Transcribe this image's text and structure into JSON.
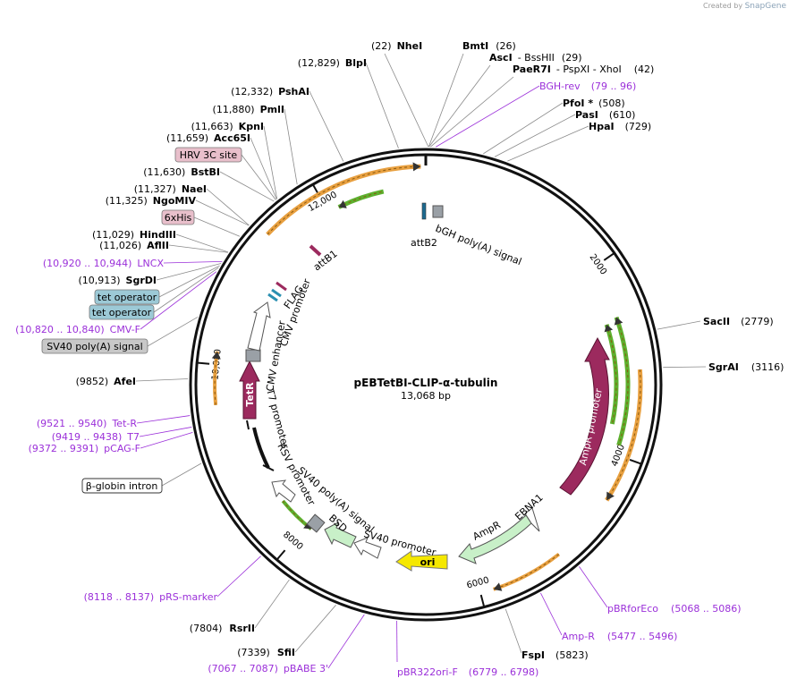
{
  "brand": {
    "created_by": "Created by",
    "name": "SnapGene"
  },
  "plasmid": {
    "name": "pEBTetBI-CLIP-α-tubulin",
    "length_label": "13,068 bp",
    "length": 13068
  },
  "ticks": [
    {
      "pos": 2000,
      "label": "2000"
    },
    {
      "pos": 4000,
      "label": "4000"
    },
    {
      "pos": 6000,
      "label": "6000"
    },
    {
      "pos": 8000,
      "label": "8000"
    },
    {
      "pos": 10000,
      "label": "10,000"
    },
    {
      "pos": 12000,
      "label": "12,000"
    }
  ],
  "sites_right": [
    {
      "pos": 22,
      "name": "NheI",
      "loc": "(22)",
      "name_first": false
    },
    {
      "pos": 26,
      "name": "BmtI",
      "loc": "(26)",
      "name_first": true
    },
    {
      "pos": 29,
      "name": "AscI",
      "extra": "- BssHII",
      "loc": "(29)",
      "name_first": true
    },
    {
      "pos": 42,
      "name": "PaeR7I",
      "extra": "- PspXI   - XhoI",
      "loc": "(42)",
      "name_first": true
    },
    {
      "pos": 508,
      "name": "PfoI *",
      "loc": "(508)",
      "name_first": true
    },
    {
      "pos": 610,
      "name": "PasI",
      "loc": "(610)",
      "name_first": true
    },
    {
      "pos": 729,
      "name": "HpaI",
      "loc": "(729)",
      "name_first": true
    },
    {
      "pos": 2779,
      "name": "SacII",
      "loc": "(2779)",
      "name_first": true
    },
    {
      "pos": 3116,
      "name": "SgrAI",
      "loc": "(3116)",
      "name_first": true
    },
    {
      "pos": 5823,
      "name": "FspI",
      "loc": "(5823)",
      "name_first": true
    }
  ],
  "sites_left": [
    {
      "pos": 12829,
      "name": "BlpI",
      "loc": "(12,829)"
    },
    {
      "pos": 12332,
      "name": "PshAI",
      "loc": "(12,332)"
    },
    {
      "pos": 11880,
      "name": "PmlI",
      "loc": "(11,880)"
    },
    {
      "pos": 11663,
      "name": "KpnI",
      "loc": "(11,663)"
    },
    {
      "pos": 11659,
      "name": "Acc65I",
      "loc": "(11,659)"
    },
    {
      "pos": 11630,
      "name": "BstBI",
      "loc": "(11,630)"
    },
    {
      "pos": 11327,
      "name": "NaeI",
      "loc": "(11,327)"
    },
    {
      "pos": 11325,
      "name": "NgoMIV",
      "loc": "(11,325)"
    },
    {
      "pos": 11029,
      "name": "HindIII",
      "loc": "(11,029)"
    },
    {
      "pos": 11026,
      "name": "AflII",
      "loc": "(11,026)"
    },
    {
      "pos": 10913,
      "name": "SgrDI",
      "loc": "(10,913)"
    },
    {
      "pos": 9852,
      "name": "AfeI",
      "loc": "(9852)"
    },
    {
      "pos": 7804,
      "name": "RsrII",
      "loc": "(7804)"
    },
    {
      "pos": 7339,
      "name": "SfiI",
      "loc": "(7339)"
    }
  ],
  "primers": [
    {
      "name": "BGH-rev",
      "loc": "(79 .. 96)"
    },
    {
      "name": "LNCX",
      "loc": "(10,920 .. 10,944)"
    },
    {
      "name": "CMV-F",
      "loc": "(10,820 .. 10,840)"
    },
    {
      "name": "Tet-R",
      "loc": "(9521 .. 9540)"
    },
    {
      "name": "T7",
      "loc": "(9419 .. 9438)"
    },
    {
      "name": "pCAG-F",
      "loc": "(9372 .. 9391)"
    },
    {
      "name": "pRS-marker",
      "loc": "(8118 .. 8137)"
    },
    {
      "name": "pBABE 3'",
      "loc": "(7067 .. 7087)"
    },
    {
      "name": "pBR322ori-F",
      "loc": "(6779 .. 6798)"
    },
    {
      "name": "Amp-R",
      "loc": "(5477 .. 5496)"
    },
    {
      "name": "pBRforEco",
      "loc": "(5068 .. 5086)"
    }
  ],
  "boxed_labels": [
    {
      "text": "HRV 3C site",
      "style": "pink"
    },
    {
      "text": "6xHis",
      "style": "pink"
    },
    {
      "text": "tet operator",
      "style": "blue"
    },
    {
      "text": "tet operator",
      "style": "blue"
    },
    {
      "text": "SV40 poly(A) signal",
      "style": "gray"
    },
    {
      "text": "β-globin intron",
      "style": "white"
    }
  ],
  "features": [
    {
      "label": "attB1"
    },
    {
      "label": "attB2"
    },
    {
      "label": "bGH poly(A) signal"
    },
    {
      "label": "FLAG"
    },
    {
      "label": "CMV promoter"
    },
    {
      "label": "CMV enhancer"
    },
    {
      "label": "TetR"
    },
    {
      "label": "T7 promoter"
    },
    {
      "label": "RSV promoter"
    },
    {
      "label": "SV40 poly(A) signal"
    },
    {
      "label": "BSD"
    },
    {
      "label": "SV40 promoter"
    },
    {
      "label": "ori"
    },
    {
      "label": "AmpR"
    },
    {
      "label": "AmpR promoter"
    },
    {
      "label": "EBNA1"
    }
  ],
  "colors": {
    "backbone": "#111111",
    "primer": "#9B30D9",
    "orange": "#E8A040",
    "green": "#5DB02E",
    "maroon": "#9C2A5E",
    "pale_green": "#C8F0C8",
    "yellow": "#F5E800",
    "gray_box": "#C8C8C8",
    "pink_box": "#E8BFCB",
    "blue_box": "#9CC9D6"
  }
}
